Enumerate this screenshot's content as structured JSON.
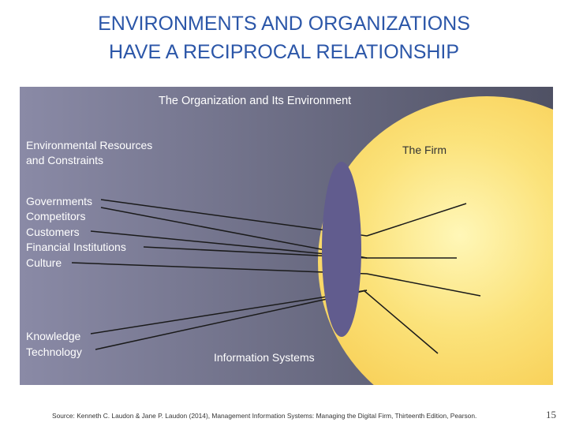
{
  "slide": {
    "title_line1": "ENVIRONMENTS AND ORGANIZATIONS",
    "title_line2": "HAVE A RECIPROCAL RELATIONSHIP",
    "source": "Source: Kenneth C. Laudon & Jane P. Laudon (2014), Management Information Systems: Managing the Digital Firm, Thirteenth Edition, Pearson.",
    "page_number": "15"
  },
  "diagram": {
    "title": "The Organization and Its Environment",
    "env_heading_line1": "Environmental Resources",
    "env_heading_line2": "and Constraints",
    "firm_label": "The Firm",
    "is_label": "Information Systems",
    "environment_factors": [
      "Governments",
      "Competitors",
      "Customers",
      "Financial Institutions",
      "Culture"
    ],
    "technology_factors": [
      "Knowledge",
      "Technology"
    ],
    "colors": {
      "background_dark": "#4f5164",
      "background_light": "#8a8aa6",
      "firm_fill": "#f7c94a",
      "firm_highlight": "#fff7b8",
      "is_ellipse": "#615c8e",
      "label_text": "#ffffff",
      "dark_text": "#333333",
      "title_color": "#2b56a8"
    }
  }
}
